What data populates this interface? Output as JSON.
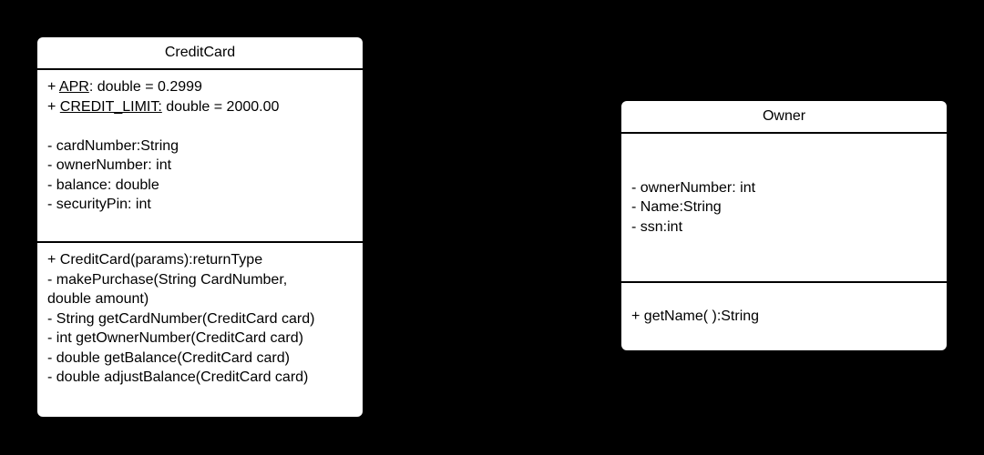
{
  "diagram_type": "uml-class-diagram",
  "colors": {
    "background": "#000000",
    "box_fill": "#ffffff",
    "divider_line": "#000000",
    "text": "#000000"
  },
  "classes": {
    "credit_card": {
      "title": "CreditCard",
      "static_attributes": [
        {
          "prefix": "+ ",
          "underlined": "APR",
          "rest": ": double = 0.2999"
        },
        {
          "prefix": "+ ",
          "underlined": "CREDIT_LIMIT:",
          "rest": " double = 2000.00"
        }
      ],
      "instance_attributes": [
        "- cardNumber:String",
        "- ownerNumber: int",
        "- balance: double",
        "- securityPin: int"
      ],
      "method_lines": [
        "+ CreditCard(params):returnType",
        "- makePurchase(String CardNumber,",
        "double amount)",
        "- String getCardNumber(CreditCard card)",
        "- int getOwnerNumber(CreditCard card)",
        "- double getBalance(CreditCard card)",
        "- double adjustBalance(CreditCard card)"
      ]
    },
    "owner": {
      "title": "Owner",
      "attributes": [
        "- ownerNumber: int",
        "- Name:String",
        "- ssn:int"
      ],
      "methods": [
        "+ getName( ):String"
      ]
    }
  }
}
